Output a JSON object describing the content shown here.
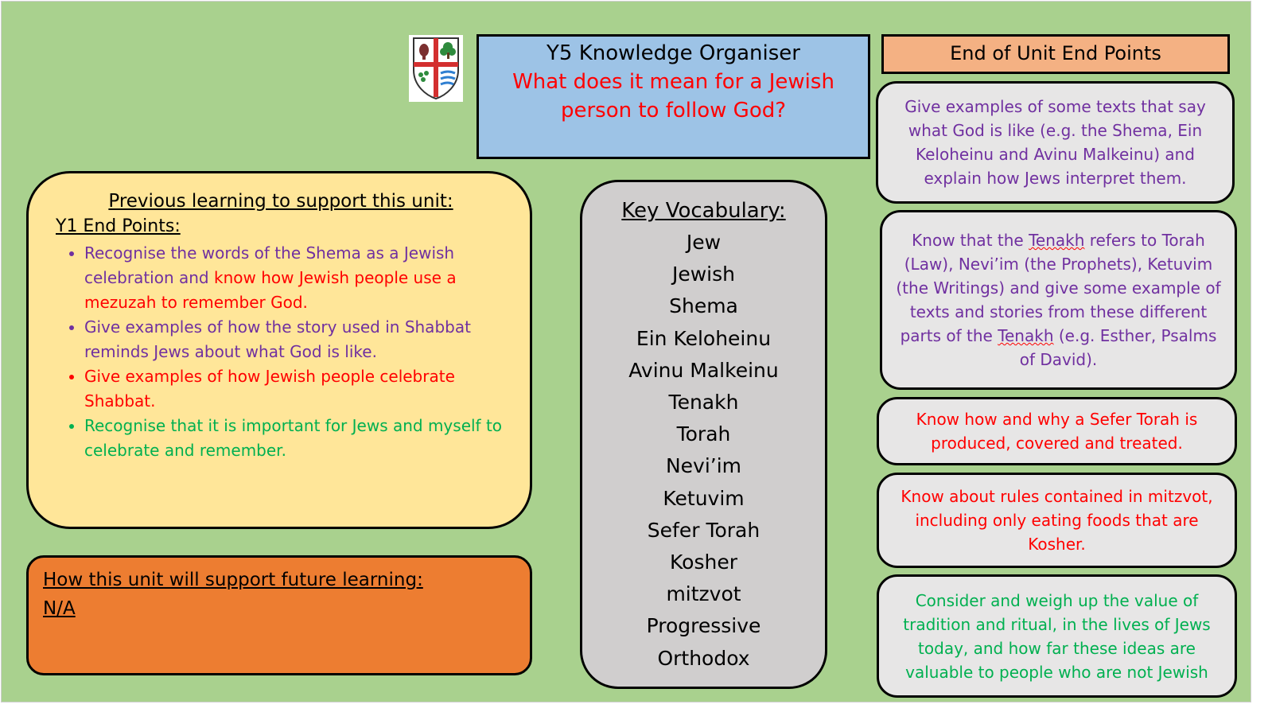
{
  "header": {
    "title": "Y5 Knowledge Organiser",
    "question": "What does it mean for a Jewish person to follow God?"
  },
  "logo": {
    "icon": "school-crest-icon"
  },
  "end_points": {
    "heading": "End of Unit End Points",
    "items": [
      {
        "text": "Give examples of some texts that say what God is like (e.g. the Shema, Ein Keloheinu and Avinu Malkeinu) and explain how Jews interpret them.",
        "color": "#7030a0"
      },
      {
        "parts": [
          "Know that the ",
          "Tenakh",
          " refers to Torah (Law), Nevi’im (the Prophets), Ketuvim (the Writings) and give some example of texts and stories from these different parts of the ",
          "Tenakh",
          " (e.g. Esther, Psalms of David).",
          ""
        ],
        "color": "#7030a0"
      },
      {
        "text": "Know how and why a Sefer Torah is produced, covered and treated.",
        "color": "#ff0000"
      },
      {
        "text": "Know about rules contained in mitzvot, including only eating foods that are Kosher.",
        "color": "#ff0000"
      },
      {
        "text": "Consider and weigh up the value of tradition and ritual, in the lives of Jews today, and how far these ideas are valuable to people who are not Jewish",
        "color": "#00b050"
      }
    ]
  },
  "previous_learning": {
    "heading": "Previous learning to support this unit:",
    "subheading": "Y1 End Points:",
    "items": [
      {
        "part1": "Recognise the words of the Shema as a Jewish celebration and ",
        "part2": "know how Jewish people use a mezuzah to remember God."
      },
      {
        "text": "Give examples of how the story used in Shabbat reminds Jews about what God is like."
      },
      {
        "text": "Give examples of how Jewish people celebrate Shabbat."
      },
      {
        "text": "Recognise that it is important for Jews and myself to celebrate and remember."
      }
    ]
  },
  "future_learning": {
    "heading": "How this unit will support future learning:",
    "value": "N/A"
  },
  "vocabulary": {
    "heading": "Key Vocabulary:",
    "terms": [
      "Jew",
      "Jewish",
      "Shema",
      "Ein Keloheinu",
      "Avinu Malkeinu",
      "Tenakh",
      "Torah",
      "Nevi’im",
      "Ketuvim",
      "Sefer Torah",
      "Kosher",
      "mitzvot",
      "Progressive",
      "Orthodox"
    ]
  },
  "colors": {
    "background": "#a9d18e",
    "title_box": "#9dc3e6",
    "end_points_heading": "#f4b183",
    "end_point_box": "#e7e6e6",
    "previous_box": "#ffe699",
    "future_box": "#ed7d31",
    "vocab_box": "#d0cece",
    "purple_text": "#7030a0",
    "red_text": "#ff0000",
    "green_text": "#00b050"
  }
}
